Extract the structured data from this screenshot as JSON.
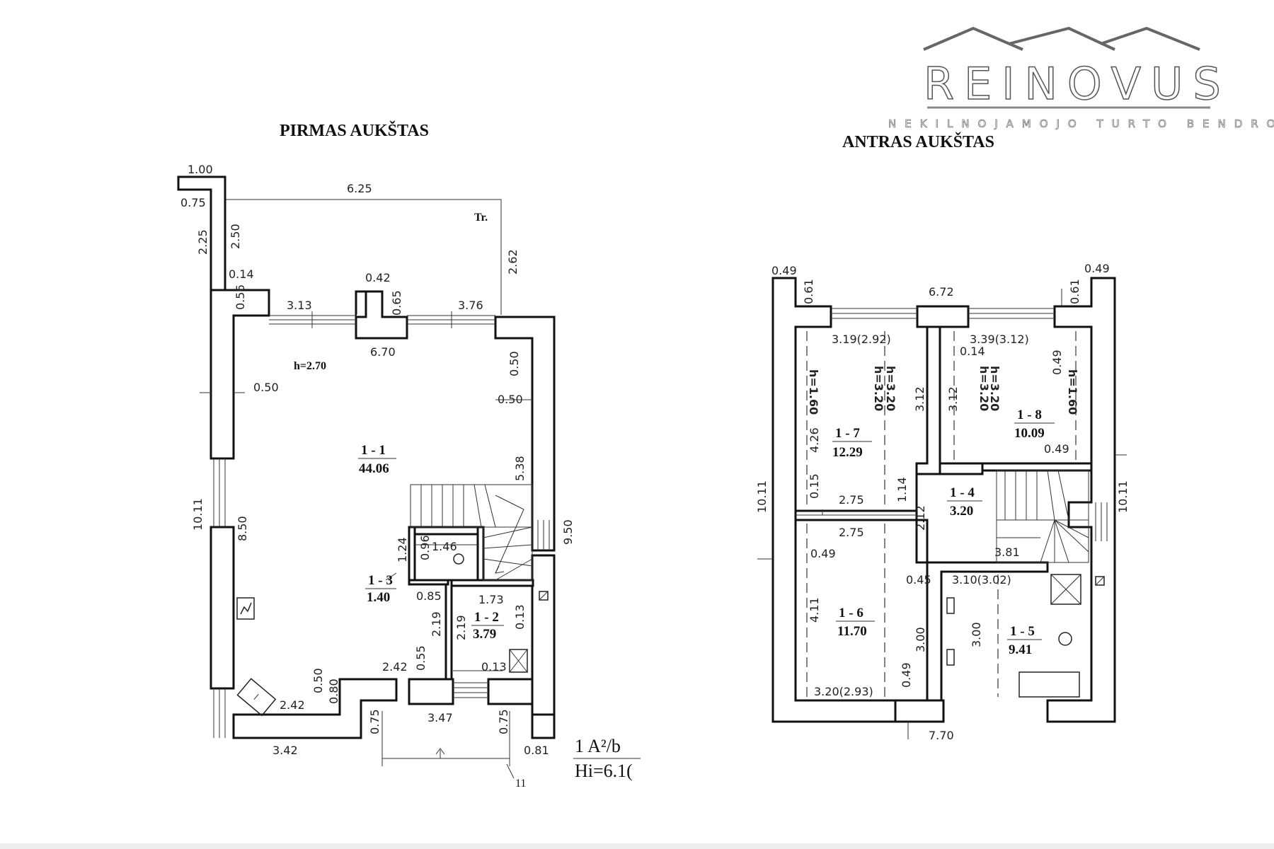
{
  "logo": {
    "name": "REINOVUS",
    "tagline": "NEKILNOJAMOJO TURTO BENDROVĖ"
  },
  "floors": {
    "first": {
      "title": "PIRMAS AUKŠTAS",
      "ceiling_height": "h=2.70",
      "stair_label": "Tr.",
      "rooms": [
        {
          "id": "1 - 1",
          "area": "44.06"
        },
        {
          "id": "1 - 2",
          "area": "3.79"
        },
        {
          "id": "1 - 3",
          "area": "1.40"
        }
      ],
      "dimensions": [
        "1.00",
        "0.75",
        "2.25",
        "2.50",
        "6.25",
        "0.14",
        "0.56",
        "0.42",
        "0.65",
        "2.62",
        "3.13",
        "3.76",
        "6.70",
        "0.50",
        "0.50",
        "0.50",
        "5.38",
        "10.11",
        "8.50",
        "9.50",
        "1.24",
        "0.96",
        "1.46",
        "0.85",
        "1.73",
        "2.19",
        "2.19",
        "0.13",
        "0.13",
        "2.42",
        "0.55",
        "2.42",
        "0.50",
        "0.80",
        "0.75",
        "3.47",
        "0.75",
        "3.42",
        "0.81",
        "11"
      ],
      "building_code": "1 A²/b",
      "height_code": "Hi=6.1("
    },
    "second": {
      "title": "ANTRAS AUKŠTAS",
      "rooms": [
        {
          "id": "1 - 7",
          "area": "12.29"
        },
        {
          "id": "1 - 8",
          "area": "10.09"
        },
        {
          "id": "1 - 4",
          "area": "3.20"
        },
        {
          "id": "1 - 6",
          "area": "11.70"
        },
        {
          "id": "1 - 5",
          "area": "9.41"
        }
      ],
      "dimensions": [
        "0.49",
        "0.61",
        "6.72",
        "0.49",
        "0.61",
        "3.19(2.92)",
        "3.39(3.12)",
        "0.14",
        "h=1.60",
        "h=3.20",
        "h=3.20",
        "3.12",
        "3.12",
        "h=3.20",
        "h=3.20",
        "0.49",
        "h=1.60",
        "4.26",
        "0.49",
        "0.15",
        "2.75",
        "1.14",
        "10.11",
        "2.12",
        "10.11",
        "2.75",
        "0.49",
        "3.81",
        "0.45",
        "3.10(3.02)",
        "4.11",
        "3.00",
        "3.00",
        "0.49",
        "3.20(2.93)",
        "7.70"
      ]
    }
  }
}
